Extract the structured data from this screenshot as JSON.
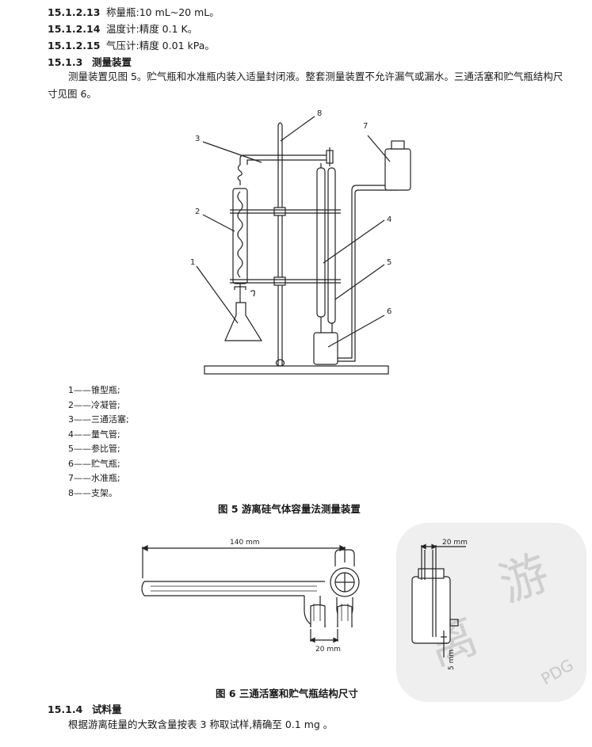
{
  "items": [
    {
      "num": "15.1.2.13",
      "text": "称量瓶:10 mL~20 mL。"
    },
    {
      "num": "15.1.2.14",
      "text": "温度计:精度 0.1 K。"
    },
    {
      "num": "15.1.2.15",
      "text": "气压计:精度 0.01 kPa。"
    }
  ],
  "section_153": {
    "num": "15.1.3",
    "title": "测量装置"
  },
  "para_153": "测量装置见图 5。贮气瓶和水准瓶内装入适量封闭液。整套测量装置不允许漏气或漏水。三通活塞和贮气瓶结构尺寸见图 6。",
  "fig5": {
    "callouts": [
      "1",
      "2",
      "3",
      "4",
      "5",
      "6",
      "7",
      "8"
    ],
    "legend": [
      "1——锥型瓶;",
      "2——冷凝管;",
      "3——三通活塞;",
      "4——量气管;",
      "5——参比管;",
      "6——贮气瓶;",
      "7——水准瓶;",
      "8——支架。"
    ],
    "caption": "图 5   游离硅气体容量法测量装置"
  },
  "fig6": {
    "dim_140": "140 mm",
    "dim_20a": "20 mm",
    "dim_20b": "20 mm",
    "dim_5": "5 mm",
    "caption": "图 6   三通活塞和贮气瓶结构尺寸"
  },
  "section_154": {
    "num": "15.1.4",
    "title": "试料量"
  },
  "para_154": "根据游离硅量的大致含量按表 3 称取试样,精确至 0.1 mg 。",
  "stamp_text": "PDG"
}
